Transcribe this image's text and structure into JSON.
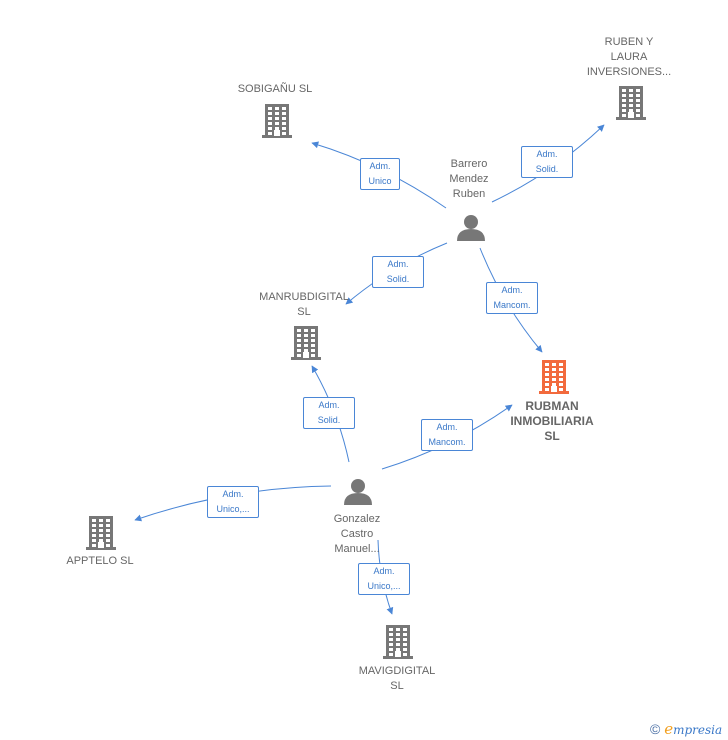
{
  "nodes": {
    "sobiganu": {
      "label": [
        "SOBIGAÑU SL"
      ],
      "kind": "company"
    },
    "ruben_laura": {
      "label": [
        "RUBEN Y",
        "LAURA",
        "INVERSIONES..."
      ],
      "kind": "company"
    },
    "barrero": {
      "label": [
        "Barrero",
        "Mendez",
        "Ruben"
      ],
      "kind": "person"
    },
    "manrub": {
      "label": [
        "MANRUBDIGITAL",
        "SL"
      ],
      "kind": "company"
    },
    "rubman": {
      "label": [
        "RUBMAN",
        "INMOBILIARIA",
        "SL"
      ],
      "kind": "company",
      "highlight": true
    },
    "gonzalez": {
      "label": [
        "Gonzalez",
        "Castro",
        "Manuel..."
      ],
      "kind": "person"
    },
    "apptelo": {
      "label": [
        "APPTELO  SL"
      ],
      "kind": "company"
    },
    "mavig": {
      "label": [
        "MAVIGDIGITAL",
        "SL"
      ],
      "kind": "company"
    }
  },
  "edges": [
    {
      "from": "barrero",
      "to": "sobiganu",
      "label": [
        "Adm.",
        "Unico"
      ]
    },
    {
      "from": "barrero",
      "to": "ruben_laura",
      "label": [
        "Adm.",
        "Solid."
      ]
    },
    {
      "from": "barrero",
      "to": "manrub",
      "label": [
        "Adm.",
        "Solid."
      ]
    },
    {
      "from": "barrero",
      "to": "rubman",
      "label": [
        "Adm.",
        "Mancom."
      ]
    },
    {
      "from": "gonzalez",
      "to": "manrub",
      "label": [
        "Adm.",
        "Solid."
      ]
    },
    {
      "from": "gonzalez",
      "to": "rubman",
      "label": [
        "Adm.",
        "Mancom."
      ]
    },
    {
      "from": "gonzalez",
      "to": "apptelo",
      "label": [
        "Adm.",
        "Unico,..."
      ]
    },
    {
      "from": "gonzalez",
      "to": "mavig",
      "label": [
        "Adm.",
        "Unico,..."
      ]
    }
  ],
  "colors": {
    "company_icon": "#777777",
    "highlight_icon": "#f26a3d",
    "person_icon": "#777777",
    "edge": "#4a86d6",
    "edge_label_text": "#3a78c8"
  },
  "footer": {
    "copyright": "©",
    "brand_initial": "e",
    "brand_rest": "mpresia"
  }
}
